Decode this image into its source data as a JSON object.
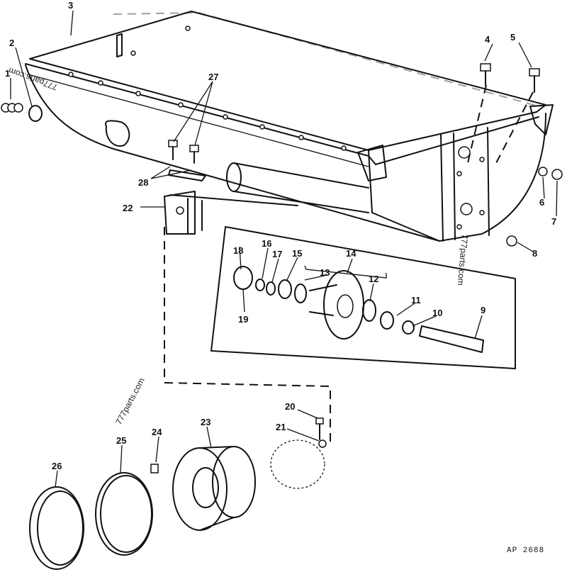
{
  "diagram": {
    "callouts": [
      "1",
      "2",
      "3",
      "4",
      "5",
      "6",
      "7",
      "8",
      "9",
      "10",
      "11",
      "12",
      "13",
      "14",
      "15",
      "16",
      "17",
      "18",
      "19",
      "20",
      "21",
      "22",
      "23",
      "24",
      "25",
      "26",
      "27",
      "28"
    ],
    "watermark": "777parts.com",
    "drawing_code": "AP 2688"
  }
}
